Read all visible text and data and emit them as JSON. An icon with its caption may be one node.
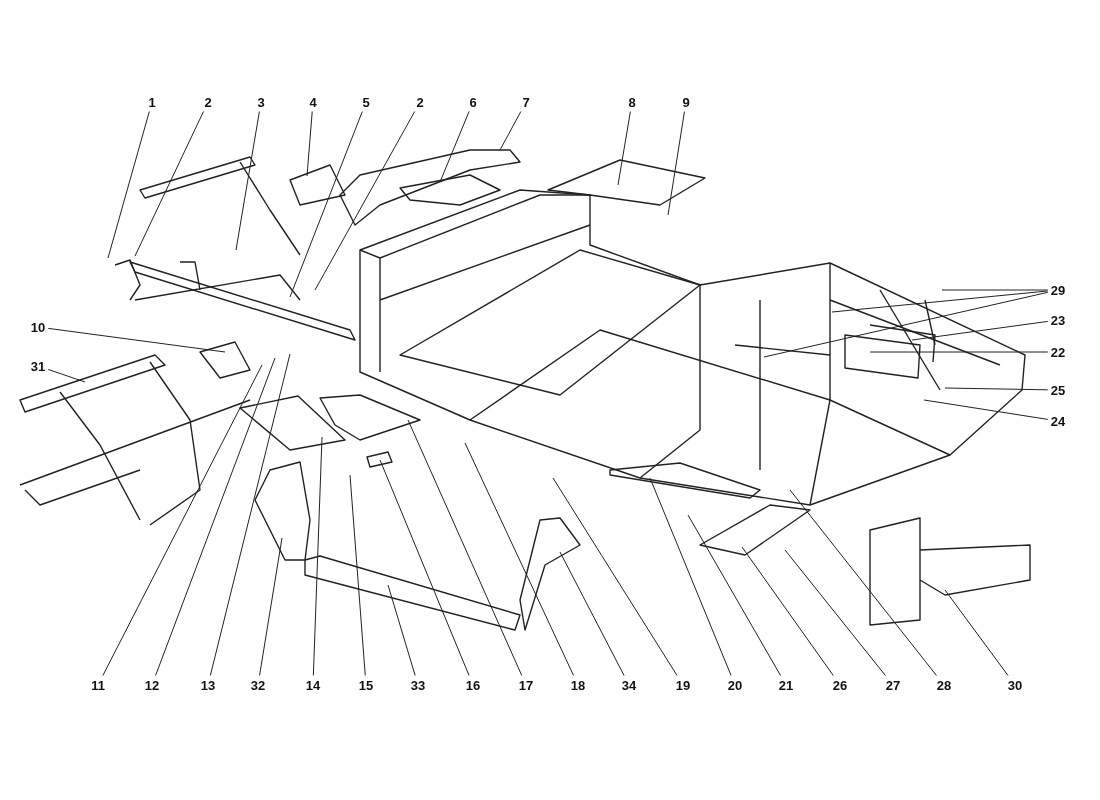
{
  "diagram": {
    "nodes": [
      {
        "text": [
          "1"
        ]
      },
      {
        "text": [
          "2"
        ]
      },
      {
        "text": [
          "3"
        ]
      },
      {
        "text": [
          "4"
        ]
      },
      {
        "text": [
          "5"
        ]
      },
      {
        "text": [
          "2"
        ]
      },
      {
        "text": [
          "6"
        ]
      },
      {
        "text": [
          "7"
        ]
      },
      {
        "text": [
          "8"
        ]
      },
      {
        "text": [
          "9"
        ]
      },
      {
        "text": [
          "10"
        ]
      },
      {
        "text": [
          "31"
        ]
      },
      {
        "text": [
          "29"
        ]
      },
      {
        "text": [
          "23"
        ]
      },
      {
        "text": [
          "22"
        ]
      },
      {
        "text": [
          "25"
        ]
      },
      {
        "text": [
          "24"
        ]
      },
      {
        "text": [
          "11"
        ]
      },
      {
        "text": [
          "12"
        ]
      },
      {
        "text": [
          "13"
        ]
      },
      {
        "text": [
          "32"
        ]
      },
      {
        "text": [
          "14"
        ]
      },
      {
        "text": [
          "15"
        ]
      },
      {
        "text": [
          "33"
        ]
      },
      {
        "text": [
          "16"
        ]
      },
      {
        "text": [
          "17"
        ]
      },
      {
        "text": [
          "18"
        ]
      },
      {
        "text": [
          "34"
        ]
      },
      {
        "text": [
          "19"
        ]
      },
      {
        "text": [
          "20"
        ]
      },
      {
        "text": [
          "21"
        ]
      },
      {
        "text": [
          "26"
        ]
      },
      {
        "text": [
          "27"
        ]
      },
      {
        "text": [
          "28"
        ]
      },
      {
        "text": [
          "30"
        ]
      }
    ],
    "edges": [
      {
        "from": 0,
        "to": null,
        "arrow": "none"
      },
      {
        "from": 1,
        "to": null,
        "arrow": "none"
      },
      {
        "from": 2,
        "to": null,
        "arrow": "none"
      },
      {
        "from": 3,
        "to": null,
        "arrow": "none"
      },
      {
        "from": 4,
        "to": null,
        "arrow": "none"
      },
      {
        "from": 5,
        "to": null,
        "arrow": "none"
      },
      {
        "from": 6,
        "to": null,
        "arrow": "none"
      },
      {
        "from": 7,
        "to": null,
        "arrow": "none"
      },
      {
        "from": 8,
        "to": null,
        "arrow": "none"
      },
      {
        "from": 9,
        "to": null,
        "arrow": "none"
      },
      {
        "from": 10,
        "to": null,
        "arrow": "none"
      },
      {
        "from": 11,
        "to": null,
        "arrow": "none"
      },
      {
        "from": 12,
        "to": null,
        "arrow": "none"
      },
      {
        "from": 12,
        "to": null,
        "arrow": "none"
      },
      {
        "from": 12,
        "to": null,
        "arrow": "none"
      },
      {
        "from": 13,
        "to": null,
        "arrow": "none"
      },
      {
        "from": 14,
        "to": null,
        "arrow": "none"
      },
      {
        "from": 15,
        "to": null,
        "arrow": "none"
      },
      {
        "from": 16,
        "to": null,
        "arrow": "none"
      },
      {
        "from": 17,
        "to": null,
        "arrow": "none"
      },
      {
        "from": 18,
        "to": null,
        "arrow": "none"
      },
      {
        "from": 19,
        "to": null,
        "arrow": "none"
      },
      {
        "from": 20,
        "to": null,
        "arrow": "none"
      },
      {
        "from": 21,
        "to": null,
        "arrow": "none"
      },
      {
        "from": 22,
        "to": null,
        "arrow": "none"
      },
      {
        "from": 23,
        "to": null,
        "arrow": "none"
      },
      {
        "from": 24,
        "to": null,
        "arrow": "none"
      },
      {
        "from": 25,
        "to": null,
        "arrow": "none"
      },
      {
        "from": 26,
        "to": null,
        "arrow": "none"
      },
      {
        "from": 27,
        "to": null,
        "arrow": "none"
      },
      {
        "from": 28,
        "to": null,
        "arrow": "none"
      },
      {
        "from": 29,
        "to": null,
        "arrow": "none"
      },
      {
        "from": 30,
        "to": null,
        "arrow": "none"
      },
      {
        "from": 31,
        "to": null,
        "arrow": "none"
      },
      {
        "from": 32,
        "to": null,
        "arrow": "none"
      },
      {
        "from": 33,
        "to": null,
        "arrow": "none"
      },
      {
        "from": 34,
        "to": null,
        "arrow": "none"
      }
    ]
  }
}
